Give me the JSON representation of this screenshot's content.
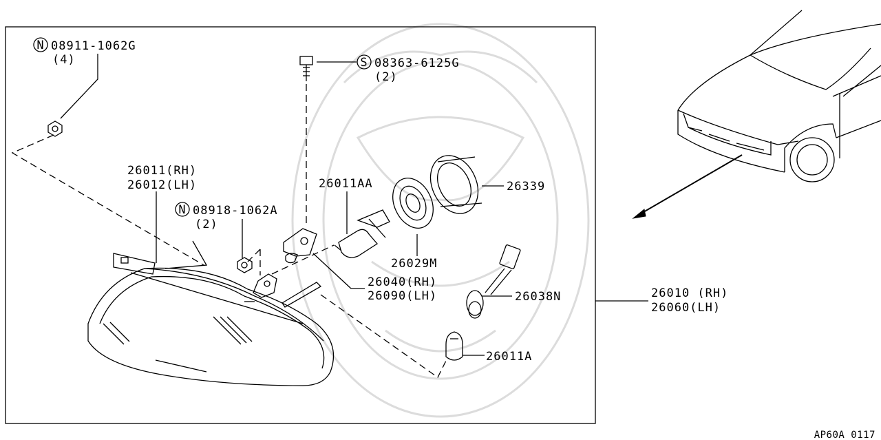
{
  "diagram": {
    "code": "AP60A 0117",
    "parts": {
      "nut_upper": {
        "symbol": "N",
        "number": "08911-1062G",
        "qty": "(4)"
      },
      "bolt": {
        "symbol": "S",
        "number": "08363-6125G",
        "qty": "(2)"
      },
      "headlamp_housing": {
        "rh": "26011(RH)",
        "lh": "26012(LH)"
      },
      "nut_lower": {
        "symbol": "N",
        "number": "08918-1062A",
        "qty": "(2)"
      },
      "bulb_main": "26011AA",
      "retaining_ring": "26339",
      "bulb_cap": "26029M",
      "bracket": {
        "rh": "26040(RH)",
        "lh": "26090(LH)"
      },
      "socket": "26038N",
      "side_bulb": "26011A",
      "assembly": {
        "rh": "26010 (RH)",
        "lh": "26060(LH)"
      }
    }
  }
}
